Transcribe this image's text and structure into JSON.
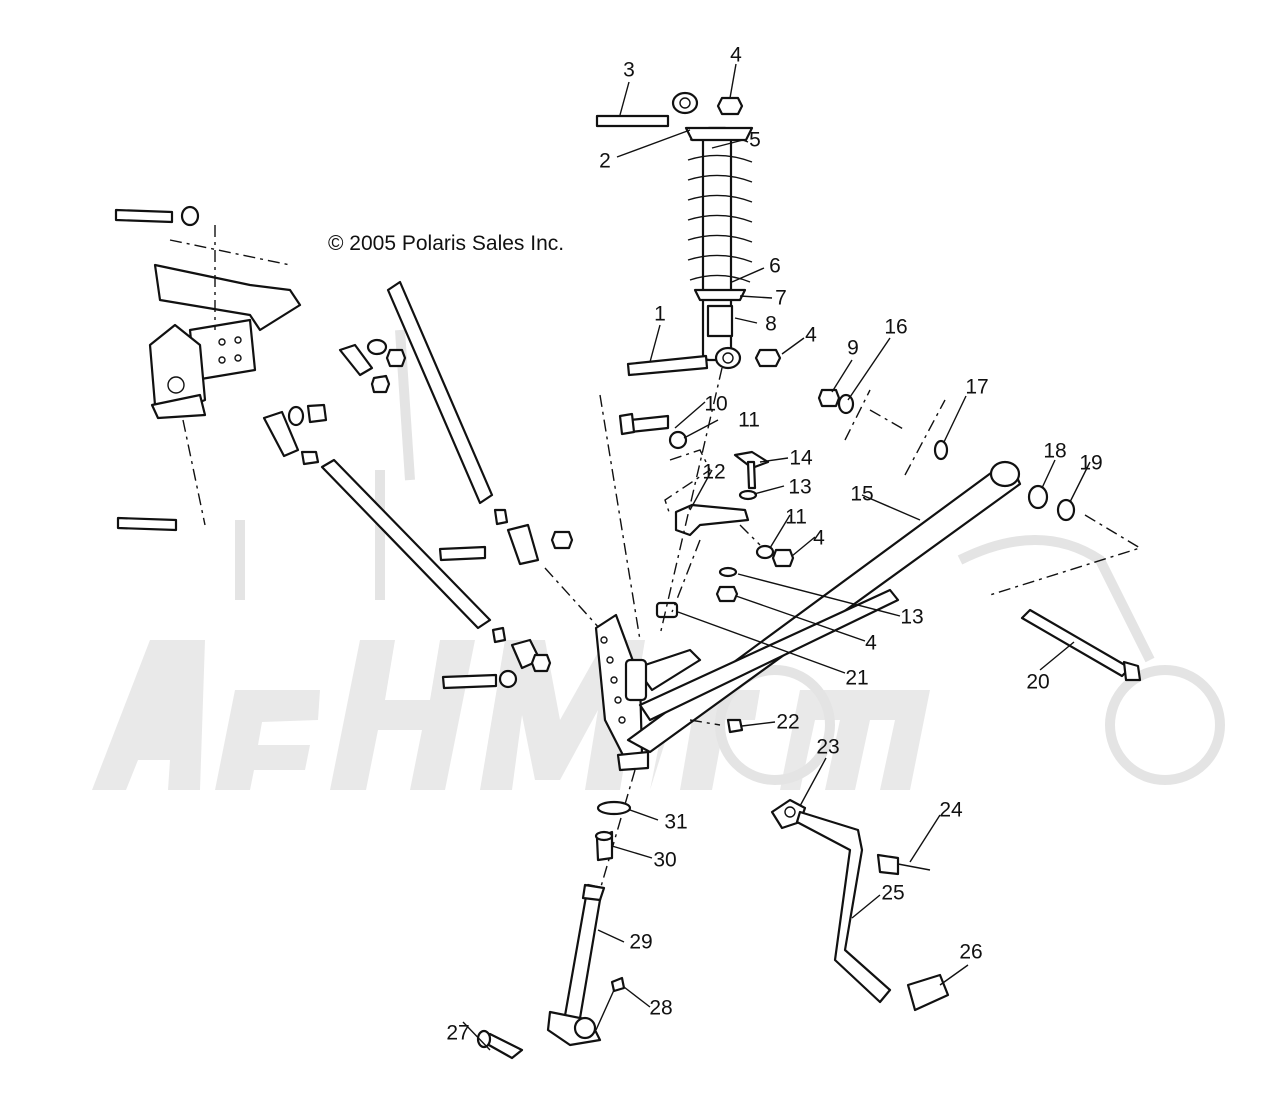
{
  "copyright": "© 2005 Polaris Sales Inc.",
  "watermark": "АвтоМото",
  "colors": {
    "line": "#111111",
    "background": "#ffffff",
    "watermark": "#e9e9e9"
  },
  "callouts": [
    {
      "n": "3"
    },
    {
      "n": "4"
    },
    {
      "n": "5"
    },
    {
      "n": "2"
    },
    {
      "n": "6"
    },
    {
      "n": "7"
    },
    {
      "n": "8"
    },
    {
      "n": "1"
    },
    {
      "n": "4"
    },
    {
      "n": "9"
    },
    {
      "n": "16"
    },
    {
      "n": "17"
    },
    {
      "n": "10"
    },
    {
      "n": "11"
    },
    {
      "n": "14"
    },
    {
      "n": "12"
    },
    {
      "n": "13"
    },
    {
      "n": "15"
    },
    {
      "n": "18"
    },
    {
      "n": "19"
    },
    {
      "n": "11"
    },
    {
      "n": "4"
    },
    {
      "n": "13"
    },
    {
      "n": "4"
    },
    {
      "n": "21"
    },
    {
      "n": "20"
    },
    {
      "n": "22"
    },
    {
      "n": "23"
    },
    {
      "n": "24"
    },
    {
      "n": "31"
    },
    {
      "n": "30"
    },
    {
      "n": "25"
    },
    {
      "n": "29"
    },
    {
      "n": "26"
    },
    {
      "n": "28"
    },
    {
      "n": "27"
    }
  ]
}
